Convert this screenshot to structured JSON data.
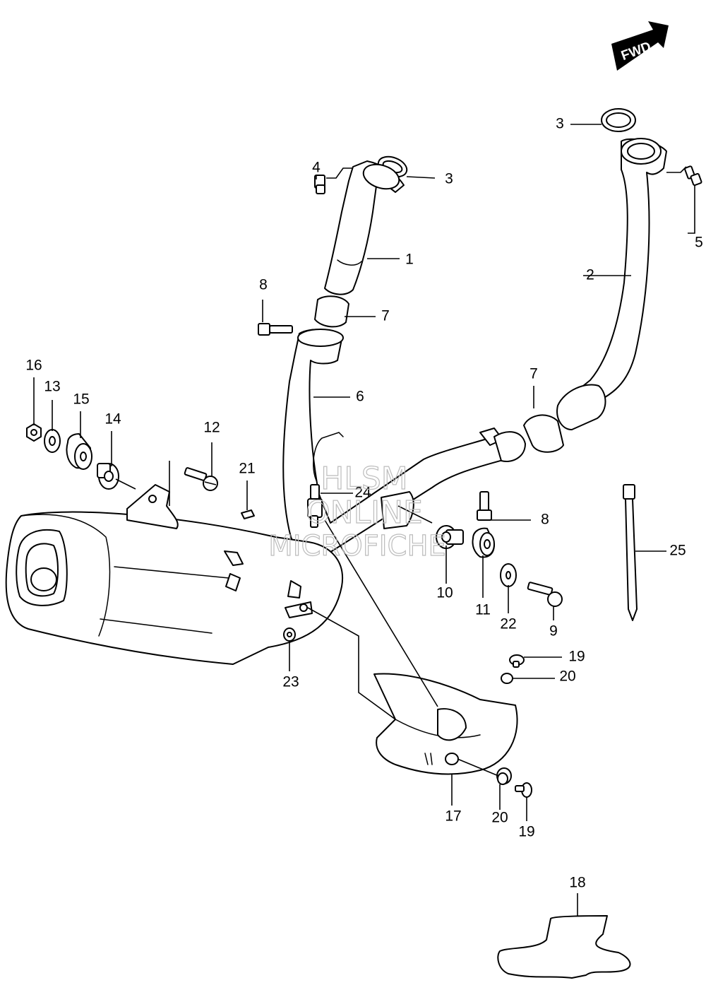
{
  "fwd_label": "FWD",
  "watermark": {
    "line1": "HLSM",
    "line2": "ONLINE",
    "line3": "MICROFICHE"
  },
  "callouts": [
    "1",
    "2",
    "3",
    "3",
    "4",
    "5",
    "6",
    "7",
    "7",
    "8",
    "8",
    "9",
    "10",
    "11",
    "12",
    "13",
    "14",
    "15",
    "16",
    "17",
    "18",
    "19",
    "19",
    "20",
    "20",
    "21",
    "22",
    "23",
    "24",
    "25"
  ],
  "colors": {
    "ink": "#000000",
    "paper": "#ffffff",
    "watermark": "#bcbcbc"
  }
}
